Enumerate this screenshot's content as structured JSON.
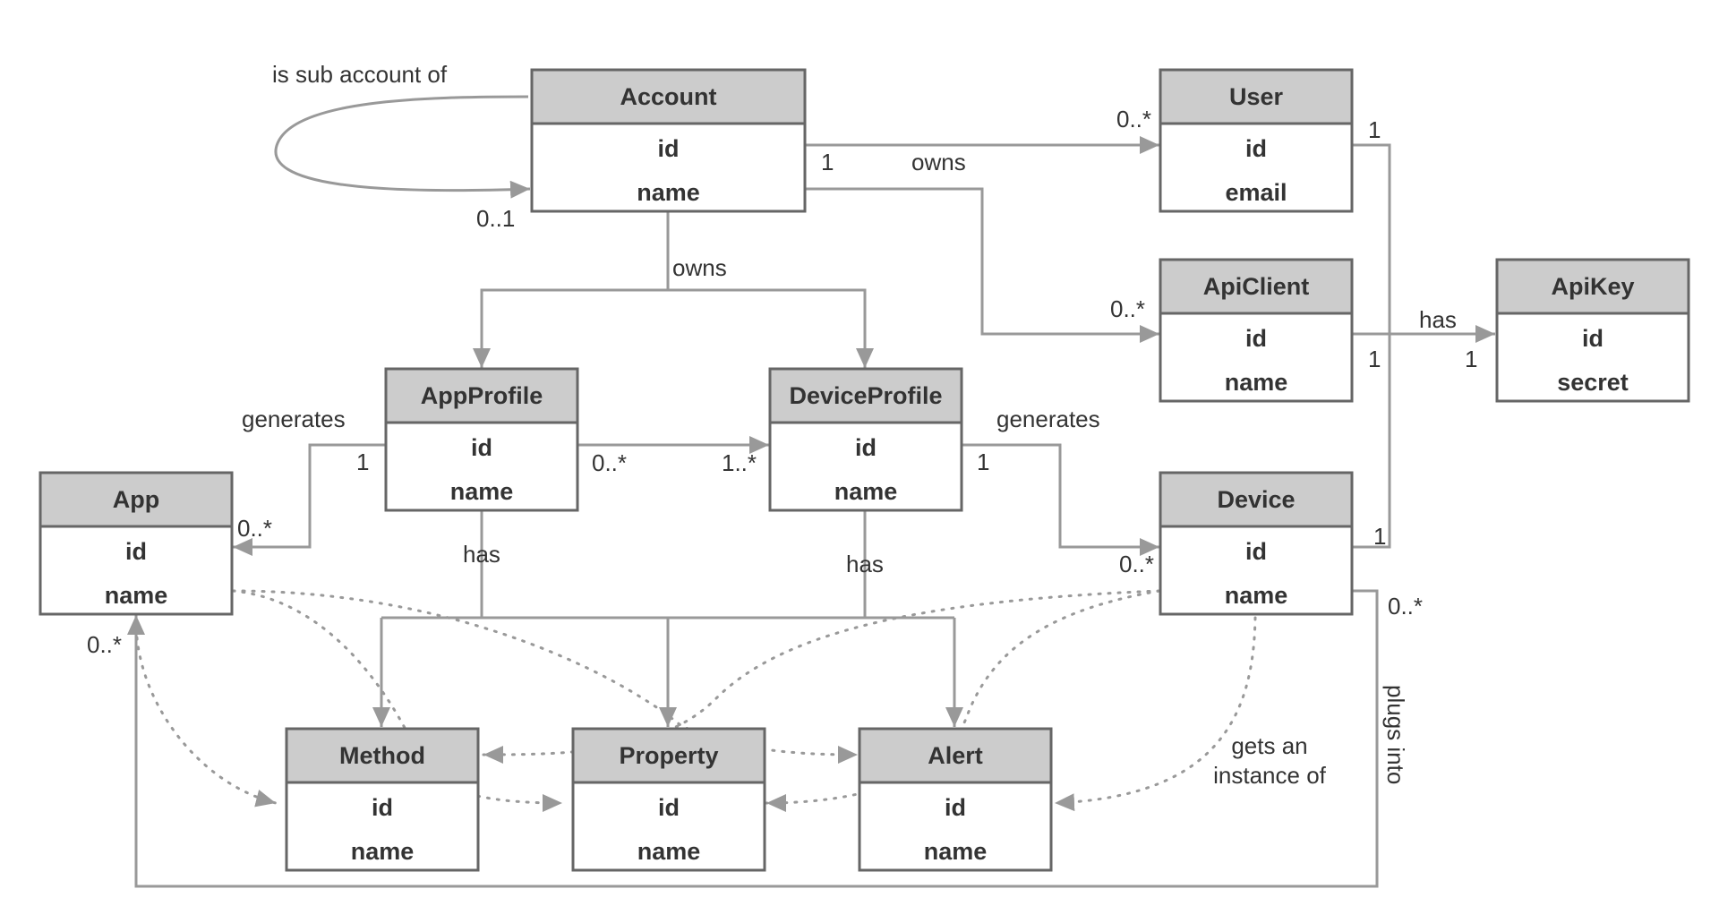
{
  "entities": {
    "account": {
      "title": "Account",
      "fields": [
        "id",
        "name"
      ]
    },
    "user": {
      "title": "User",
      "fields": [
        "id",
        "email"
      ]
    },
    "apiclient": {
      "title": "ApiClient",
      "fields": [
        "id",
        "name"
      ]
    },
    "apikey": {
      "title": "ApiKey",
      "fields": [
        "id",
        "secret"
      ]
    },
    "appprofile": {
      "title": "AppProfile",
      "fields": [
        "id",
        "name"
      ]
    },
    "deviceprofile": {
      "title": "DeviceProfile",
      "fields": [
        "id",
        "name"
      ]
    },
    "app": {
      "title": "App",
      "fields": [
        "id",
        "name"
      ]
    },
    "device": {
      "title": "Device",
      "fields": [
        "id",
        "name"
      ]
    },
    "method": {
      "title": "Method",
      "fields": [
        "id",
        "name"
      ]
    },
    "property": {
      "title": "Property",
      "fields": [
        "id",
        "name"
      ]
    },
    "alert": {
      "title": "Alert",
      "fields": [
        "id",
        "name"
      ]
    }
  },
  "relations": {
    "sub_account": {
      "label": "is sub account of",
      "multiplicity": "0..1"
    },
    "account_owns_users_clients": {
      "label": "owns",
      "from_mult": "1",
      "user_mult": "0..*",
      "apiclient_mult": "0..*"
    },
    "account_owns_profiles": {
      "label": "owns"
    },
    "user_device": {
      "user_mult": "1",
      "device_mult": "1"
    },
    "apiclient_apikey": {
      "label": "has",
      "apiclient_mult": "1",
      "apikey_mult": "1"
    },
    "appprofile_generates_app": {
      "label": "generates",
      "profile_mult": "1",
      "app_mult": "0..*"
    },
    "appprofile_deviceprofile": {
      "from_mult": "0..*",
      "to_mult": "1..*"
    },
    "deviceprofile_generates_device": {
      "label": "generates",
      "profile_mult": "1",
      "device_mult": "0..*"
    },
    "appprofile_has": {
      "label": "has"
    },
    "deviceprofile_has": {
      "label": "has"
    },
    "device_instance": {
      "label_line1": "gets an",
      "label_line2": "instance of"
    },
    "device_plugs_into_app": {
      "label": "plugs into",
      "device_mult": "0..*",
      "app_mult": "0..*"
    }
  },
  "colors": {
    "header_fill": "#cccccc",
    "border": "#666666",
    "connector": "#999999",
    "text": "#333333"
  }
}
